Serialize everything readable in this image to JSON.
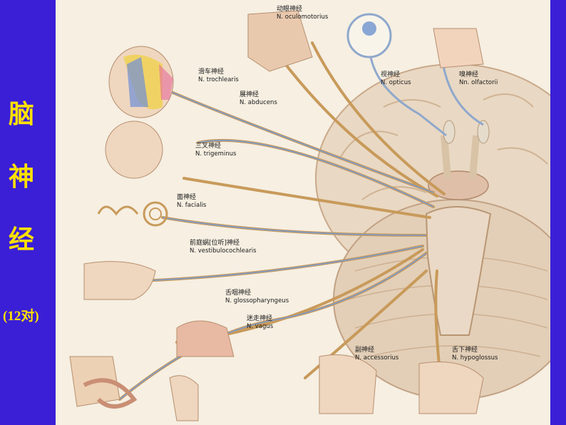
{
  "side_title": {
    "chars": [
      "脑",
      "神",
      "经"
    ],
    "count": "(12对)"
  },
  "labels": [
    {
      "id": "oculomotor",
      "cn": "动眼神经",
      "la": "N. oculomotorius"
    },
    {
      "id": "trochlear",
      "cn": "滑车神经",
      "la": "N. trochlearis"
    },
    {
      "id": "abducens",
      "cn": "展神经",
      "la": "N. abducens"
    },
    {
      "id": "optic",
      "cn": "视神经",
      "la": "N. opticus"
    },
    {
      "id": "olfactory",
      "cn": "嗅神经",
      "la": "Nn. olfactorii"
    },
    {
      "id": "trigeminal",
      "cn": "三叉神经",
      "la": "N. trigeminus"
    },
    {
      "id": "facial",
      "cn": "面神经",
      "la": "N. facialis"
    },
    {
      "id": "vestibulocochlear",
      "cn": "前庭蜗[位听]神经",
      "la": "N. vestibulocochlearis"
    },
    {
      "id": "glossopharyngeal",
      "cn": "舌咽神经",
      "la": "N. glossopharyngeus"
    },
    {
      "id": "vagus",
      "cn": "迷走神经",
      "la": "N. vagus"
    },
    {
      "id": "accessory",
      "cn": "副神经",
      "la": "N. accessorius"
    },
    {
      "id": "hypoglossal",
      "cn": "舌下神经",
      "la": "N. hypoglossus"
    }
  ],
  "colors": {
    "background": "#3a1fd6",
    "title_text": "#ffe000",
    "plate": "#f6efe2",
    "nerve": "#c89a5a",
    "nerve_core": "#7a9bd0"
  }
}
